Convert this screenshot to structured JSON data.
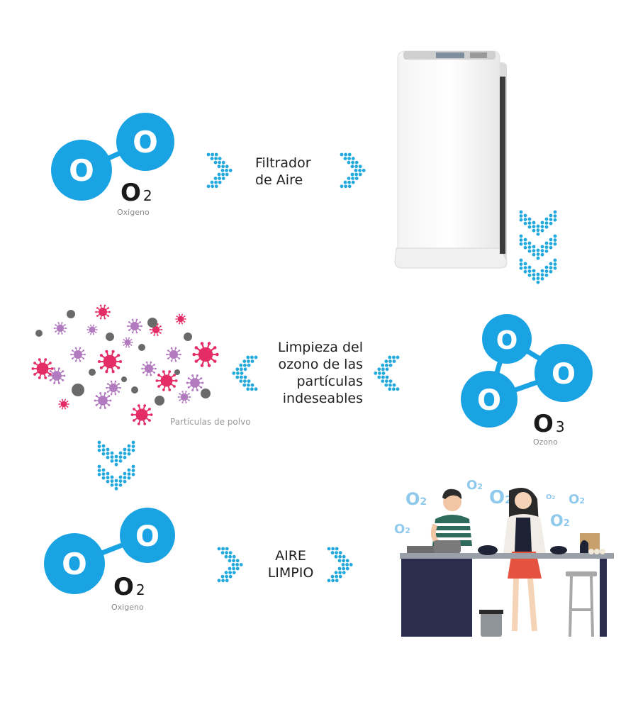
{
  "step1": {
    "molecule_atom_letter": "O",
    "formula_symbol": "O",
    "formula_index": "2",
    "formula_name": "Oxigeno",
    "label_line1": "Filtrador",
    "label_line2": "de Aire"
  },
  "step2": {
    "molecule_atom_letter": "O",
    "formula_symbol": "O",
    "formula_index": "3",
    "formula_name": "Ozono",
    "label_line1": "Limpieza del",
    "label_line2": "ozono de las",
    "label_line3": "partículas",
    "label_line4": "indeseables",
    "particles_caption": "Partículas de polvo"
  },
  "step3": {
    "molecule_atom_letter": "O",
    "formula_symbol": "O",
    "formula_index": "2",
    "formula_name": "Oxigeno",
    "label_line1": "AIRE",
    "label_line2": "LIMPIO",
    "floating_o2": [
      {
        "sym": "O",
        "idx": "2"
      },
      {
        "sym": "O",
        "idx": "2"
      },
      {
        "sym": "O",
        "idx": "2"
      },
      {
        "sym": "O",
        "idx": "2"
      },
      {
        "sym": "O",
        "idx": "2"
      },
      {
        "sym": "O",
        "idx": "2"
      },
      {
        "sym": "O",
        "idx": "2"
      }
    ]
  },
  "colors": {
    "atom_blue": "#1aa3e3",
    "arrow_blue": "#22a8dc",
    "particle_pink": "#e42d67",
    "particle_purple": "#b27bbf",
    "particle_gray": "#6a6a6a",
    "counter_navy": "#2a2d4e"
  }
}
